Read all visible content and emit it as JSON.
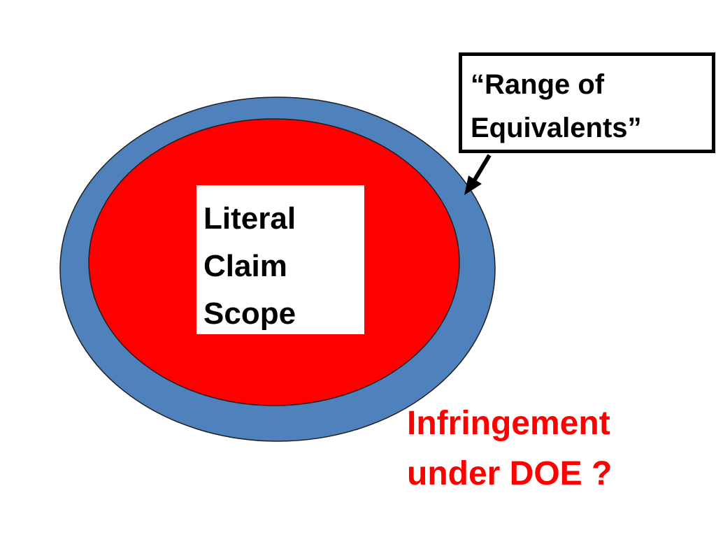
{
  "colors": {
    "outer_ring": "#4f81bd",
    "inner_core": "#ff0000",
    "outline": "#1f1f1f",
    "callout_border": "#000000",
    "question_text": "#ff0000",
    "label_text": "#000000"
  },
  "literal_claim": {
    "lines": [
      "Literal",
      "Claim",
      "Scope"
    ]
  },
  "range_callout": {
    "lines": [
      "“Range of",
      "Equivalents”"
    ]
  },
  "question": {
    "lines": [
      "Infringement",
      "under DOE ?"
    ]
  }
}
